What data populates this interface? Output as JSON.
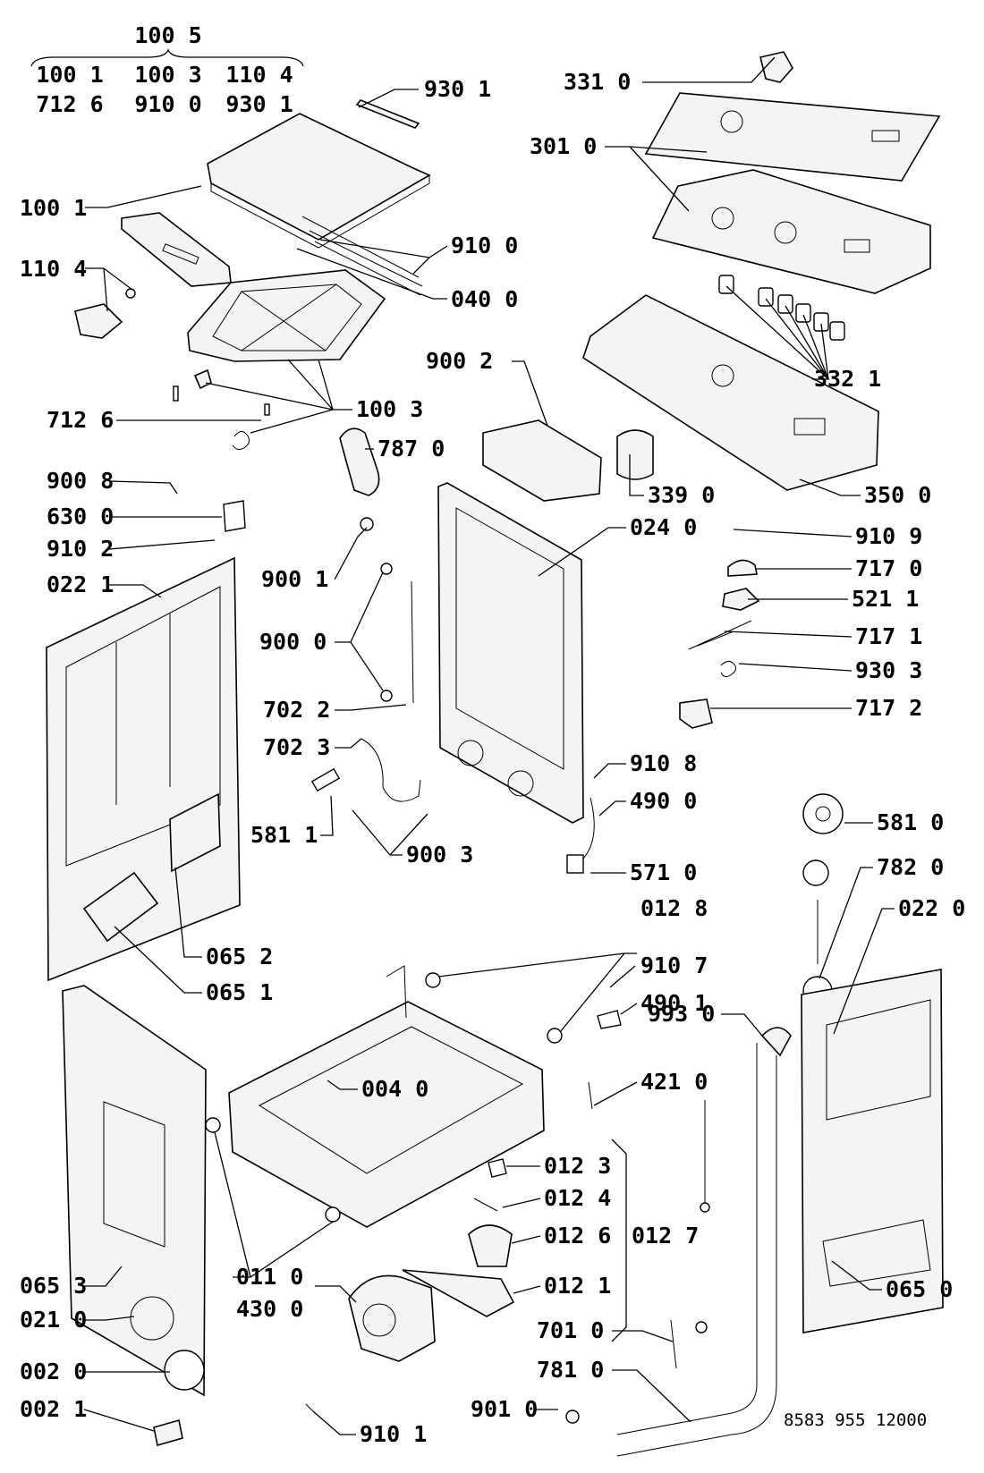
{
  "code": "8583 955 12000",
  "header": {
    "title": "100 5",
    "row1": [
      "100 1",
      "100 3",
      "110 4"
    ],
    "row2": [
      "712 6",
      "910 0",
      "930 1"
    ]
  },
  "callouts": [
    "930 1",
    "100 1",
    "110 4",
    "910 0",
    "040 0",
    "712 6",
    "100 3",
    "331 0",
    "301 0",
    "332 1",
    "900 2",
    "339 0",
    "350 0",
    "787 0",
    "900 8",
    "630 0",
    "910 2",
    "022 1",
    "024 0",
    "910 9",
    "717 0",
    "521 1",
    "717 1",
    "930 3",
    "717 2",
    "900 1",
    "900 0",
    "702 2",
    "702 3",
    "910 8",
    "490 0",
    "581 1",
    "900 3",
    "581 0",
    "571 0",
    "782 0",
    "022 0",
    "012 8",
    "065 2",
    "065 1",
    "910 7",
    "490 1",
    "993 0",
    "004 0",
    "421 0",
    "012 3",
    "012 4",
    "012 7",
    "012 6",
    "012 1",
    "011 0",
    "430 0",
    "065 3",
    "065 0",
    "701 0",
    "021 0",
    "781 0",
    "002 0",
    "901 0",
    "002 1",
    "910 1"
  ]
}
